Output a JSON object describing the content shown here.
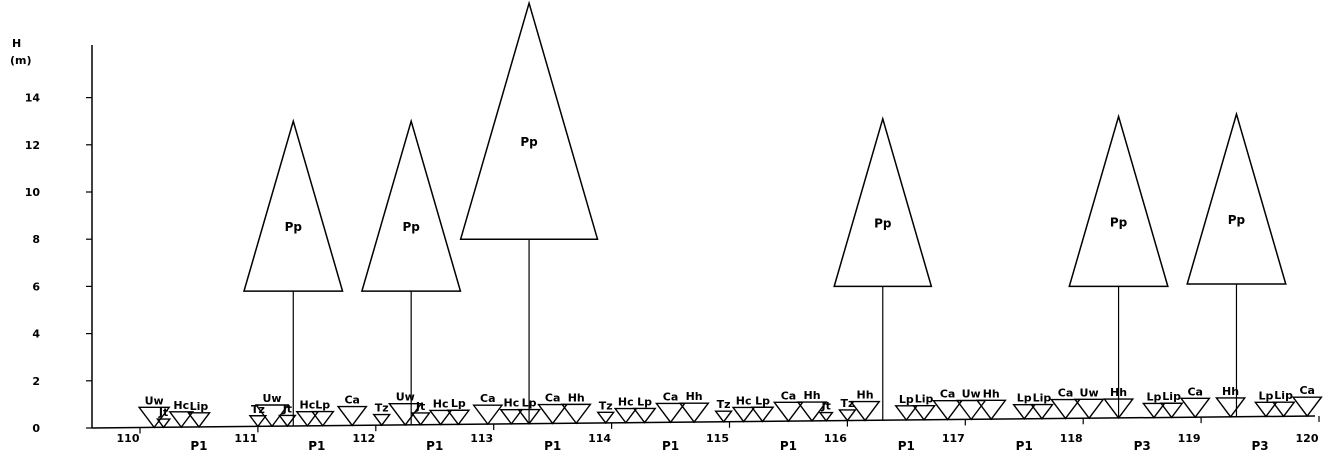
{
  "axis": {
    "y_title": "H",
    "y_unit": "(m)",
    "y_ticks": [
      "0",
      "2",
      "4",
      "6",
      "8",
      "10",
      "12",
      "14"
    ],
    "x_ticks": [
      "110",
      "111",
      "112",
      "113",
      "114",
      "115",
      "116",
      "117",
      "118",
      "119",
      "120"
    ]
  },
  "plots": [
    {
      "label": "P1",
      "x": 110.5
    },
    {
      "label": "P1",
      "x": 111.5
    },
    {
      "label": "P1",
      "x": 112.5
    },
    {
      "label": "P1",
      "x": 113.5
    },
    {
      "label": "P1",
      "x": 114.5
    },
    {
      "label": "P1",
      "x": 115.5
    },
    {
      "label": "P1",
      "x": 116.5
    },
    {
      "label": "P1",
      "x": 117.5
    },
    {
      "label": "P3",
      "x": 118.5
    },
    {
      "label": "P3",
      "x": 119.5
    }
  ],
  "trees": [
    {
      "species": "Pp",
      "x": 111.3,
      "crown_base_m": 5.8,
      "height_m": 13.0
    },
    {
      "species": "Pp",
      "x": 112.3,
      "crown_base_m": 5.8,
      "height_m": 13.0
    },
    {
      "species": "Pp",
      "x": 113.3,
      "crown_base_m": 8.0,
      "height_m": 18.0
    },
    {
      "species": "Pp",
      "x": 116.3,
      "crown_base_m": 6.0,
      "height_m": 13.1
    },
    {
      "species": "Pp",
      "x": 118.3,
      "crown_base_m": 6.0,
      "height_m": 13.2
    },
    {
      "species": "Pp",
      "x": 119.3,
      "crown_base_m": 6.1,
      "height_m": 13.3
    }
  ],
  "shrubs": [
    {
      "species": "Uw",
      "x": 110.12,
      "h": 0.85
    },
    {
      "species": "Jt",
      "x": 110.2,
      "h": 0.35
    },
    {
      "species": "Hc",
      "x": 110.35,
      "h": 0.65
    },
    {
      "species": "Lip",
      "x": 110.5,
      "h": 0.6
    },
    {
      "species": "Tz",
      "x": 111.0,
      "h": 0.45
    },
    {
      "species": "Uw",
      "x": 111.12,
      "h": 0.9
    },
    {
      "species": "Jt",
      "x": 111.25,
      "h": 0.45
    },
    {
      "species": "Hc",
      "x": 111.42,
      "h": 0.6
    },
    {
      "species": "Lp",
      "x": 111.55,
      "h": 0.6
    },
    {
      "species": "Ca",
      "x": 111.8,
      "h": 0.8
    },
    {
      "species": "Tz",
      "x": 112.05,
      "h": 0.45
    },
    {
      "species": "Uw",
      "x": 112.25,
      "h": 0.9
    },
    {
      "species": "Jt",
      "x": 112.38,
      "h": 0.5
    },
    {
      "species": "Hc",
      "x": 112.55,
      "h": 0.6
    },
    {
      "species": "Lp",
      "x": 112.7,
      "h": 0.6
    },
    {
      "species": "Ca",
      "x": 112.95,
      "h": 0.8
    },
    {
      "species": "Hc",
      "x": 113.15,
      "h": 0.6
    },
    {
      "species": "Lp",
      "x": 113.3,
      "h": 0.6
    },
    {
      "species": "Ca",
      "x": 113.5,
      "h": 0.8
    },
    {
      "species": "Hh",
      "x": 113.7,
      "h": 0.8
    },
    {
      "species": "Tz",
      "x": 113.95,
      "h": 0.45
    },
    {
      "species": "Hc",
      "x": 114.12,
      "h": 0.6
    },
    {
      "species": "Lp",
      "x": 114.28,
      "h": 0.6
    },
    {
      "species": "Ca",
      "x": 114.5,
      "h": 0.8
    },
    {
      "species": "Hh",
      "x": 114.7,
      "h": 0.8
    },
    {
      "species": "Tz",
      "x": 114.95,
      "h": 0.45
    },
    {
      "species": "Hc",
      "x": 115.12,
      "h": 0.6
    },
    {
      "species": "Lp",
      "x": 115.28,
      "h": 0.6
    },
    {
      "species": "Ca",
      "x": 115.5,
      "h": 0.8
    },
    {
      "species": "Hh",
      "x": 115.7,
      "h": 0.8
    },
    {
      "species": "Jt",
      "x": 115.82,
      "h": 0.35
    },
    {
      "species": "Tz",
      "x": 116.0,
      "h": 0.45
    },
    {
      "species": "Hh",
      "x": 116.15,
      "h": 0.8
    },
    {
      "species": "Lp",
      "x": 116.5,
      "h": 0.6
    },
    {
      "species": "Lip",
      "x": 116.65,
      "h": 0.6
    },
    {
      "species": "Ca",
      "x": 116.85,
      "h": 0.8
    },
    {
      "species": "Uw",
      "x": 117.05,
      "h": 0.8
    },
    {
      "species": "Hh",
      "x": 117.22,
      "h": 0.8
    },
    {
      "species": "Lp",
      "x": 117.5,
      "h": 0.6
    },
    {
      "species": "Lip",
      "x": 117.65,
      "h": 0.6
    },
    {
      "species": "Ca",
      "x": 117.85,
      "h": 0.8
    },
    {
      "species": "Uw",
      "x": 118.05,
      "h": 0.8
    },
    {
      "species": "Hh",
      "x": 118.3,
      "h": 0.8
    },
    {
      "species": "Lp",
      "x": 118.6,
      "h": 0.6
    },
    {
      "species": "Lip",
      "x": 118.75,
      "h": 0.6
    },
    {
      "species": "Ca",
      "x": 118.95,
      "h": 0.8
    },
    {
      "species": "Hh",
      "x": 119.25,
      "h": 0.8
    },
    {
      "species": "Lp",
      "x": 119.55,
      "h": 0.6
    },
    {
      "species": "Lip",
      "x": 119.7,
      "h": 0.6
    },
    {
      "species": "Ca",
      "x": 119.9,
      "h": 0.8
    }
  ]
}
